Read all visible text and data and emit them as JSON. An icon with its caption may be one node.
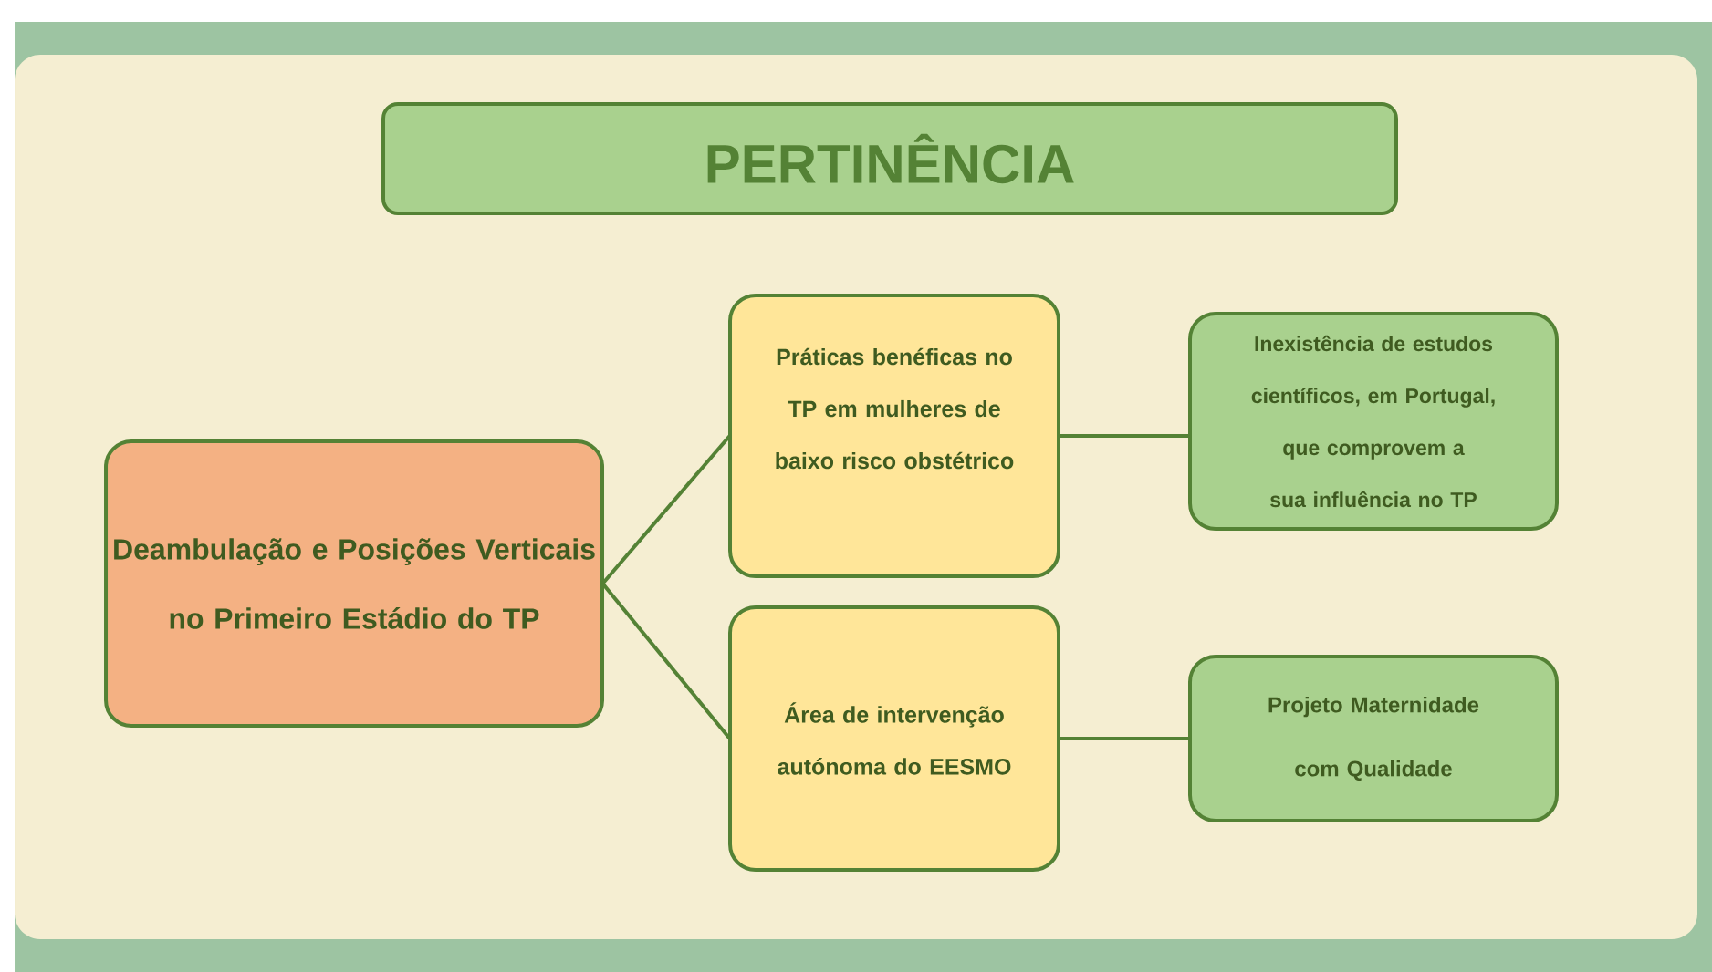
{
  "diagram": {
    "nodes": [
      {
        "text": [
          "PERTINÊNCIA"
        ]
      },
      {
        "text": [
          "Deambulação e Posições Verticais no Primeiro Estádio do TP"
        ]
      },
      {
        "text": [
          "Práticas benéficas no TP em mulheres de baixo risco obstétrico"
        ]
      },
      {
        "text": [
          "Inexistência de estudos científicos, em Portugal, que comprovem a sua influência no TP"
        ]
      },
      {
        "text": [
          "Área de intervenção autónoma do EESMO"
        ]
      },
      {
        "text": [
          "Projeto Maternidade com Qualidade"
        ]
      }
    ],
    "edges": [
      {
        "from": 1,
        "to": 2,
        "arrow": "none"
      },
      {
        "from": 1,
        "to": 4,
        "arrow": "none"
      },
      {
        "from": 2,
        "to": 3,
        "arrow": "none"
      },
      {
        "from": 4,
        "to": 5,
        "arrow": "none"
      }
    ]
  }
}
